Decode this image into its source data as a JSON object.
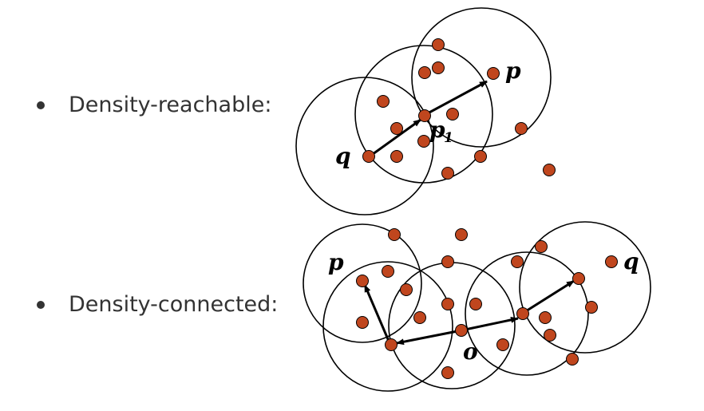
{
  "bullets": [
    {
      "label": "Density-reachable:"
    },
    {
      "label": "Density-connected:"
    }
  ],
  "colors": {
    "point_fill": "#c0461e",
    "point_stroke": "#000000",
    "circle_stroke": "#000000",
    "text": "#333333"
  },
  "diagram_reachable": {
    "labels": {
      "q": "q",
      "p1": "p",
      "p1_sub": "1",
      "p": "p"
    }
  },
  "diagram_connected": {
    "labels": {
      "p": "p",
      "q": "q",
      "o": "o"
    }
  }
}
